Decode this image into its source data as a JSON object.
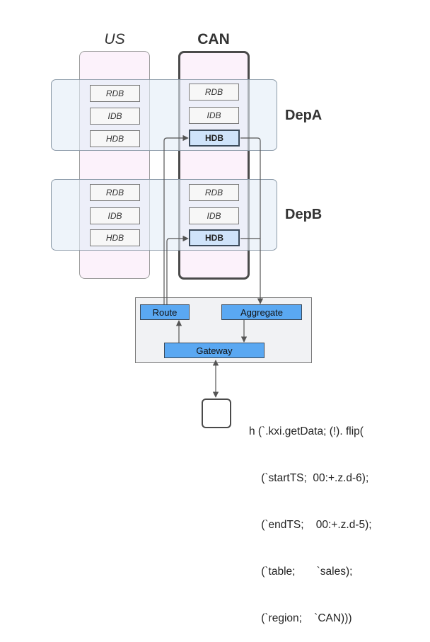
{
  "columns": {
    "us": "US",
    "can": "CAN"
  },
  "bands": {
    "depa": "DepA",
    "depb": "DepB"
  },
  "nodes": {
    "rdb": "RDB",
    "idb": "IDB",
    "hdb": "HDB"
  },
  "gateway_panel": {
    "route": "Route",
    "aggregate": "Aggregate",
    "gateway": "Gateway"
  },
  "query": {
    "lines": [
      "h (`.kxi.getData; (!). flip(",
      "    (`startTS;  00:+.z.d-6);",
      "    (`endTS;    00:+.z.d-5);",
      "    (`table;       `sales);",
      "    (`region;    `CAN)))"
    ]
  },
  "colors": {
    "column_fill": "#fcf2fb",
    "band_fill": "#e4eef7",
    "hot_node": "#cfe3fa",
    "button": "#5aa8f2",
    "line": "#555555"
  }
}
